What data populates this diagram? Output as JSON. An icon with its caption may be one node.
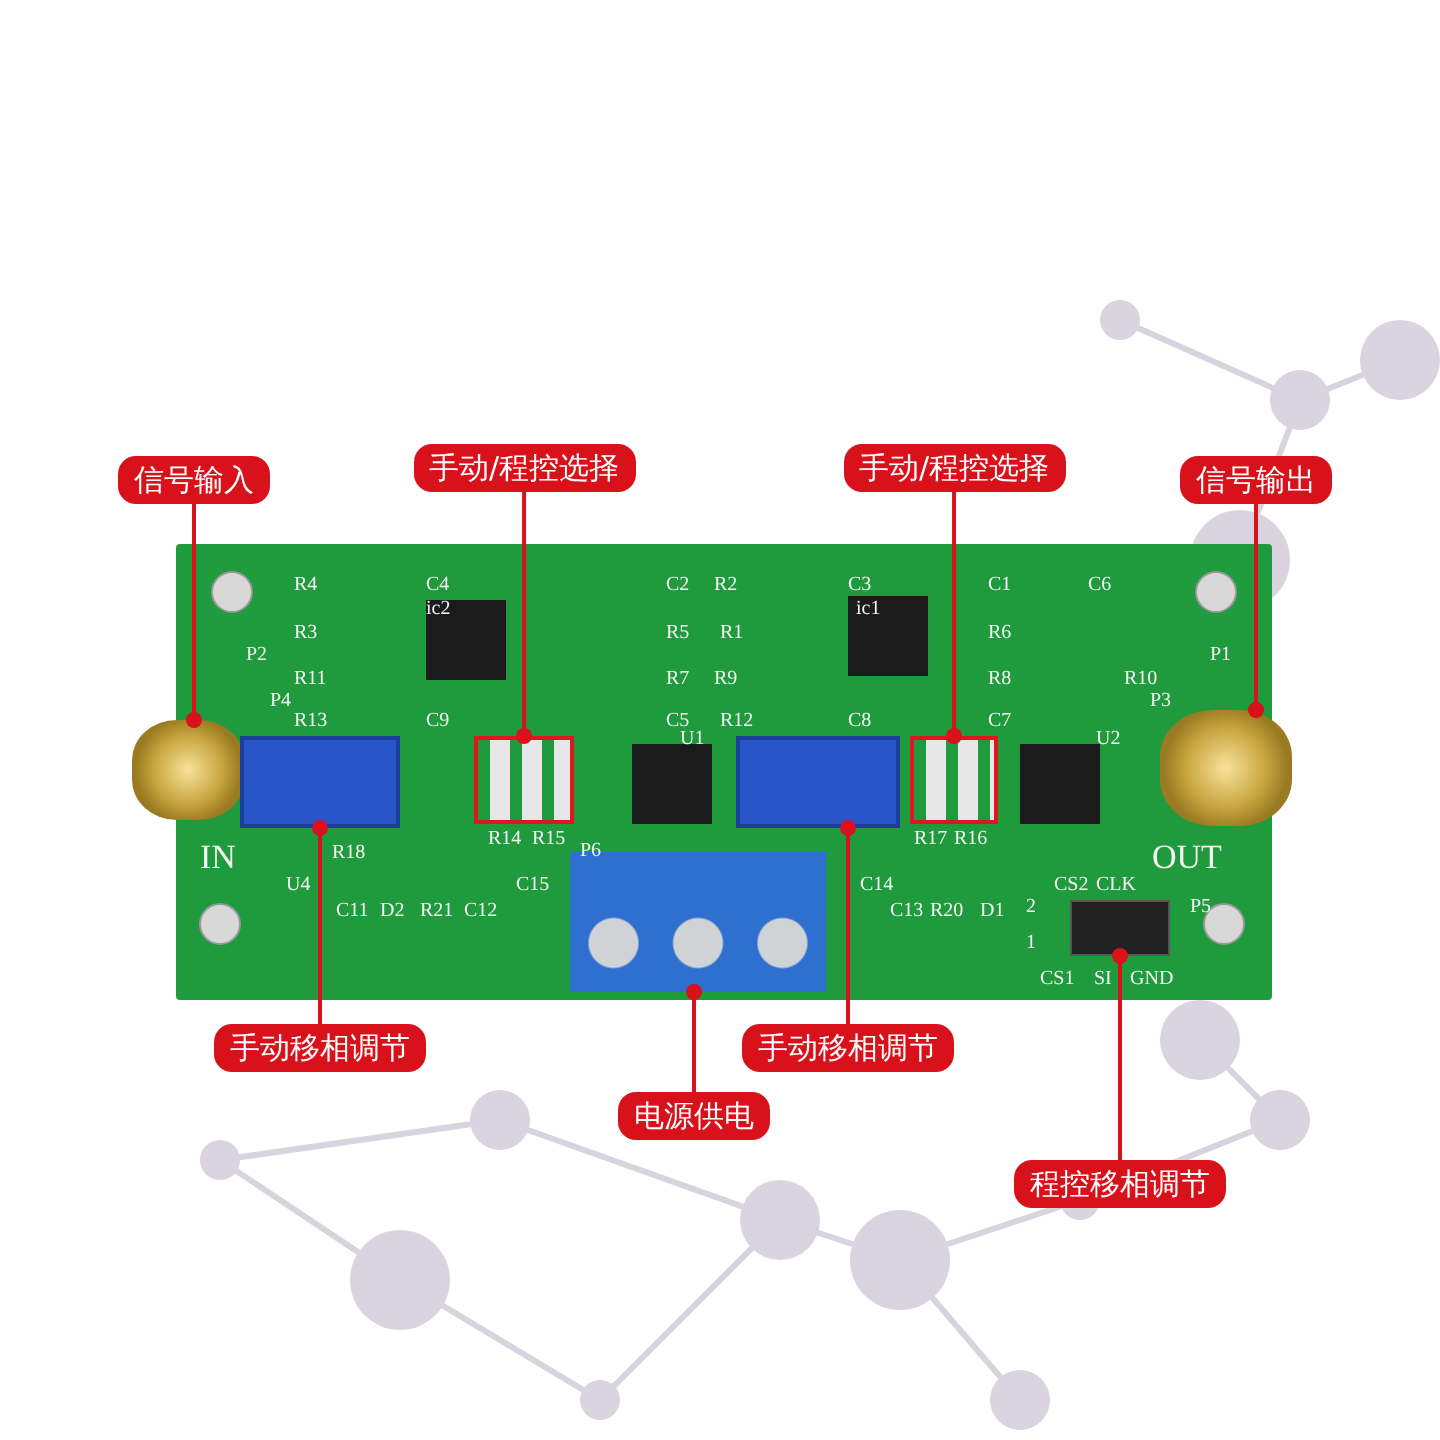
{
  "diagram": {
    "nodes": [
      {
        "text": [
          "信号输入"
        ]
      },
      {
        "text": [
          "手动/程控选择"
        ]
      },
      {
        "text": [
          "手动/程控选择"
        ]
      },
      {
        "text": [
          "信号输出"
        ]
      },
      {
        "text": [
          "手动移相调节"
        ]
      },
      {
        "text": [
          "电源供电"
        ]
      },
      {
        "text": [
          "手动移相调节"
        ]
      },
      {
        "text": [
          "程控移相调节"
        ]
      },
      {
        "text": [],
        "shape": "picture"
      },
      {
        "text": [],
        "shape": "picture"
      },
      {
        "text": [],
        "shape": "picture"
      },
      {
        "text": [],
        "shape": "picture"
      },
      {
        "text": [],
        "shape": "picture"
      },
      {
        "text": [],
        "shape": "picture"
      },
      {
        "text": [],
        "shape": "picture"
      },
      {
        "text": [],
        "shape": "picture"
      }
    ],
    "edges": [
      {
        "from": 0,
        "to": 8,
        "arrow": "other"
      },
      {
        "from": 1,
        "to": 9,
        "arrow": "other"
      },
      {
        "from": 2,
        "to": 10,
        "arrow": "other"
      },
      {
        "from": 3,
        "to": 11,
        "arrow": "other"
      },
      {
        "from": 4,
        "to": 12,
        "arrow": "other"
      },
      {
        "from": 5,
        "to": 13,
        "arrow": "other"
      },
      {
        "from": 6,
        "to": 14,
        "arrow": "other"
      },
      {
        "from": 7,
        "to": 15,
        "arrow": "other"
      }
    ],
    "labels": [
      "R4",
      "C4",
      "C2",
      "R2",
      "C3",
      "C1",
      "C6",
      "ic2",
      "ic1",
      "R3",
      "R5",
      "R1",
      "R6",
      "P2",
      "P1",
      "R11",
      "R7",
      "R9",
      "R8",
      "R10",
      "P4",
      "P3",
      "R13",
      "C9",
      "C5",
      "R12",
      "C8",
      "C7",
      "U1",
      "U2",
      "R14",
      "R15",
      "R17",
      "R16",
      "IN",
      "R18",
      "P6",
      "OUT",
      "U4",
      "C15",
      "C14",
      "CS2",
      "CLK",
      "C11",
      "D2",
      "R21",
      "C12",
      "C13",
      "R20",
      "D1",
      "2",
      "P5",
      "1",
      "CS1",
      "SI",
      "GND"
    ]
  }
}
